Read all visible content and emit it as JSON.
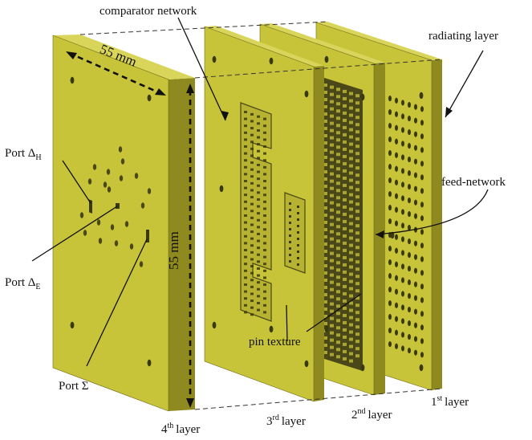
{
  "labels": {
    "comparator_network": "comparator network",
    "radiating_layer": "radiating layer",
    "feed_network": "feed-network",
    "pin_texture": "pin texture",
    "port_dh": {
      "main": "Port Δ",
      "sub": "H"
    },
    "port_de": {
      "main": "Port Δ",
      "sub": "E"
    },
    "port_sigma": "Port Σ",
    "layer4": {
      "num": "4",
      "sup": "th",
      "word": "layer"
    },
    "layer3": {
      "num": "3",
      "sup": "rd",
      "word": "layer"
    },
    "layer2": {
      "num": "2",
      "sup": "nd",
      "word": "layer"
    },
    "layer1": {
      "num": "1",
      "sup": "st",
      "word": "layer"
    }
  },
  "dimensions": {
    "top_width": "55 mm",
    "height": "55 mm"
  },
  "colors": {
    "plate_face": "#c8c43a",
    "plate_side": "#8f8a1f",
    "plate_top": "#d9d55a",
    "slot_dark": "#3a3a10",
    "leader": "#111111",
    "dashed": "#333333"
  }
}
